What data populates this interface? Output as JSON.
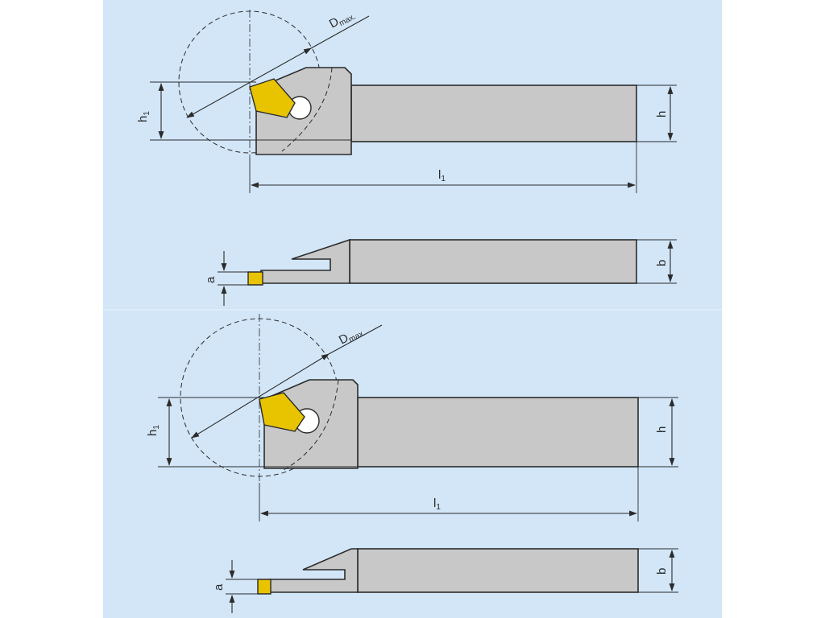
{
  "diagram": {
    "colors": {
      "background_panel": "#d2e6f8",
      "tool_body": "#c8c8c8",
      "insert": "#e8c400",
      "lines": "#2b2b2b"
    },
    "labels": {
      "d_main": "D",
      "d_sub": "max.",
      "h1_main": "h",
      "h1_sub": "1",
      "h": "h",
      "l1_main": "l",
      "l1_sub": "1",
      "a": "a",
      "b": "b"
    }
  }
}
